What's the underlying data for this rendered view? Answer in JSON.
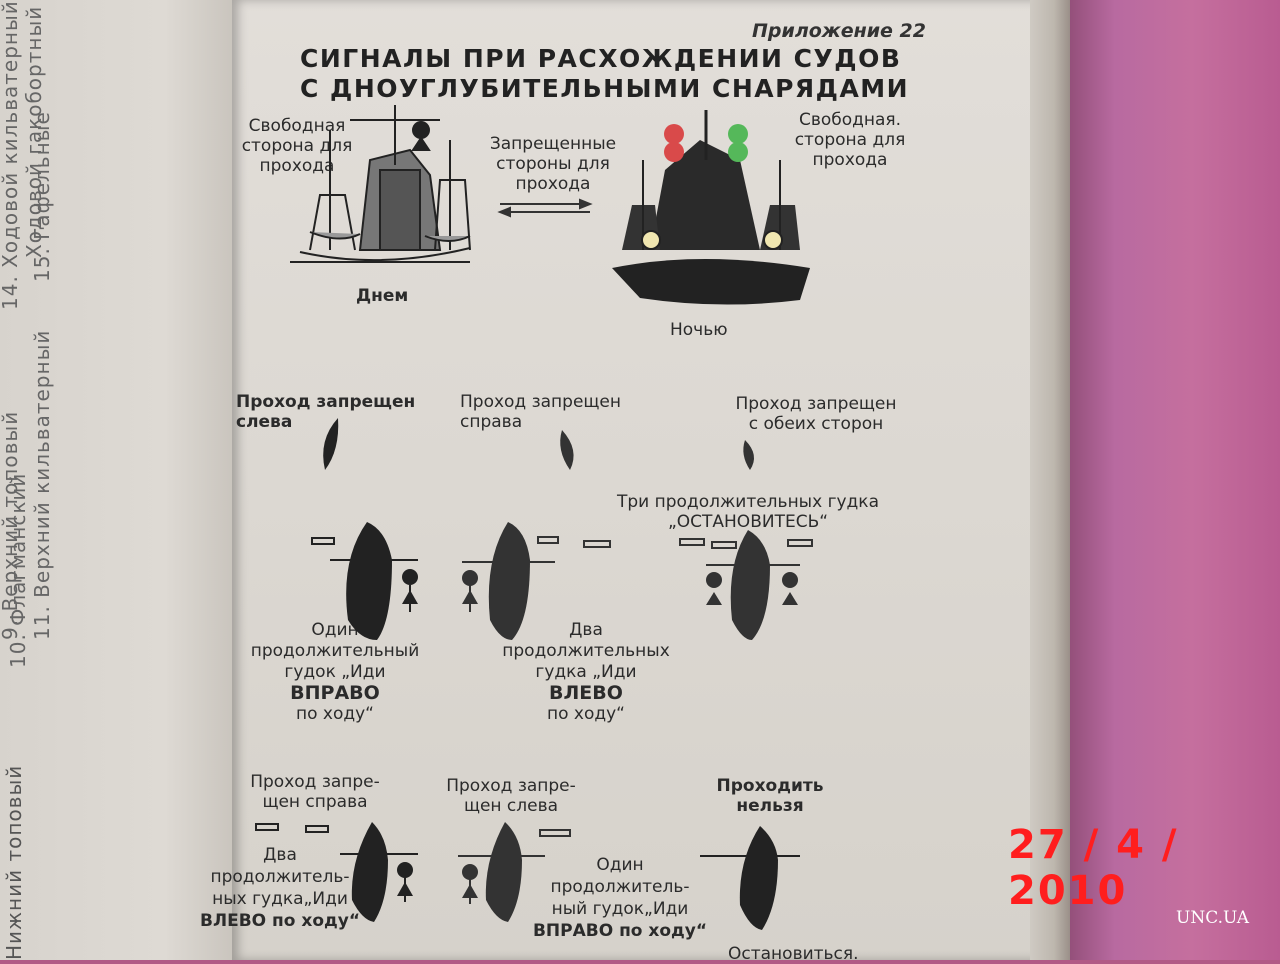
{
  "appendix_label": "Приложение 22",
  "title_line1": "СИГНАЛЫ ПРИ РАСХОЖДЕНИИ СУДОВ",
  "title_line2": "С ДНОУГЛУБИТЕЛЬНЫМИ СНАРЯДАМИ",
  "top": {
    "free_side_left": [
      "Свободная",
      "сторона для",
      "прохода"
    ],
    "forbidden_sides": [
      "Запрещенные",
      "стороны для",
      "прохода"
    ],
    "free_side_right": [
      "Свободная.",
      "сторона для",
      "прохода"
    ],
    "day_label": "Днем",
    "night_label": "Ночью"
  },
  "row1": {
    "left_title": [
      "Проход запрещен",
      "слева"
    ],
    "mid_title": [
      "Проход запрещен",
      "справа"
    ],
    "right_title": [
      "Проход запрещен",
      "с обеих сторон"
    ],
    "three_blasts": [
      "Три продолжительных гудка",
      "„ОСТАНОВИТЕСЬ“"
    ],
    "left_caption": [
      "Один",
      "продолжительный",
      "гудок „Иди",
      "ВПРАВО",
      "по ходу“"
    ],
    "mid_caption": [
      "Два",
      "продолжительных",
      "гудка „Иди",
      "ВЛЕВО",
      "по ходу“"
    ]
  },
  "row2": {
    "left_title": [
      "Проход запре-",
      "щен справа"
    ],
    "mid_title": [
      "Проход запре-",
      "щен слева"
    ],
    "right_title": [
      "Проходить",
      "нельзя"
    ],
    "left_caption": [
      "Два",
      "продолжитель-",
      "ных гудка„Иди",
      "ВЛЕВО по ходу“"
    ],
    "mid_caption": [
      "Один",
      "продолжитель-",
      "ный гудок„Иди",
      "ВПРАВО по ходу“"
    ],
    "right_caption": "Остановиться."
  },
  "previous_page": {
    "line_a": "14. Ходовой кильватерный",
    "line_b": "Ходовой гакобортный",
    "line_c": "15. Гафельные",
    "line_d": "9. Верхний топовый",
    "line_e": "10. Флагманский",
    "line_f": "11. Верхний кильватерный",
    "line_g": "Нижний топовый"
  },
  "photo_date": "27 / 4 / 2010",
  "watermark": "UNC.UA",
  "colors": {
    "page": "#dcd8d2",
    "ink": "#2a2a2a",
    "red_light": "#d94a4a",
    "green_light": "#55b85a",
    "white_light": "#f0e6b0",
    "date": "#ff1e1e",
    "background": "#b25a86"
  }
}
